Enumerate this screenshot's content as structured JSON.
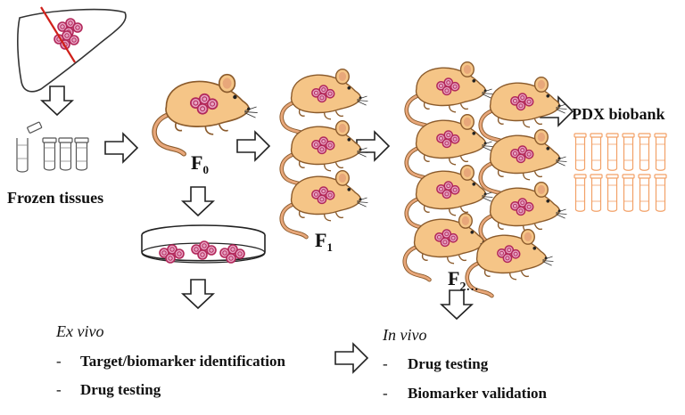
{
  "colors": {
    "mouse_body": "#f5c587",
    "mouse_outline": "#8a5a2b",
    "mouse_tail": "#e8a77a",
    "tumor": "#b2285a",
    "tumor_fill": "#e7a3c3",
    "cut_line": "#d0201a",
    "biobank_vial": "#f2a066",
    "vial": "#555555",
    "arrow_outline": "#222222"
  },
  "icons": {
    "liver": "liver-with-tumor-icon",
    "mouse": "mouse-with-tumor-icon",
    "vial": "cryovial-icon",
    "dish": "petri-dish-icon",
    "arrow": "hollow-arrow-icon"
  },
  "labels": {
    "frozen_tissues": "Frozen tissues",
    "pdx_biobank": "PDX biobank",
    "f0_letter": "F",
    "f0_sub": "0",
    "f1_letter": "F",
    "f1_sub": "1",
    "f2_letter": "F",
    "f2_sub": "2…"
  },
  "ex_vivo": {
    "title": "Ex vivo",
    "items": [
      {
        "dash": "-",
        "text": "Target/biomarker identification"
      },
      {
        "dash": "-",
        "text": "Drug testing"
      }
    ]
  },
  "in_vivo": {
    "title": "In vivo",
    "items": [
      {
        "dash": "-",
        "text": "Drug testing"
      },
      {
        "dash": "-",
        "text": "Biomarker validation"
      }
    ]
  }
}
